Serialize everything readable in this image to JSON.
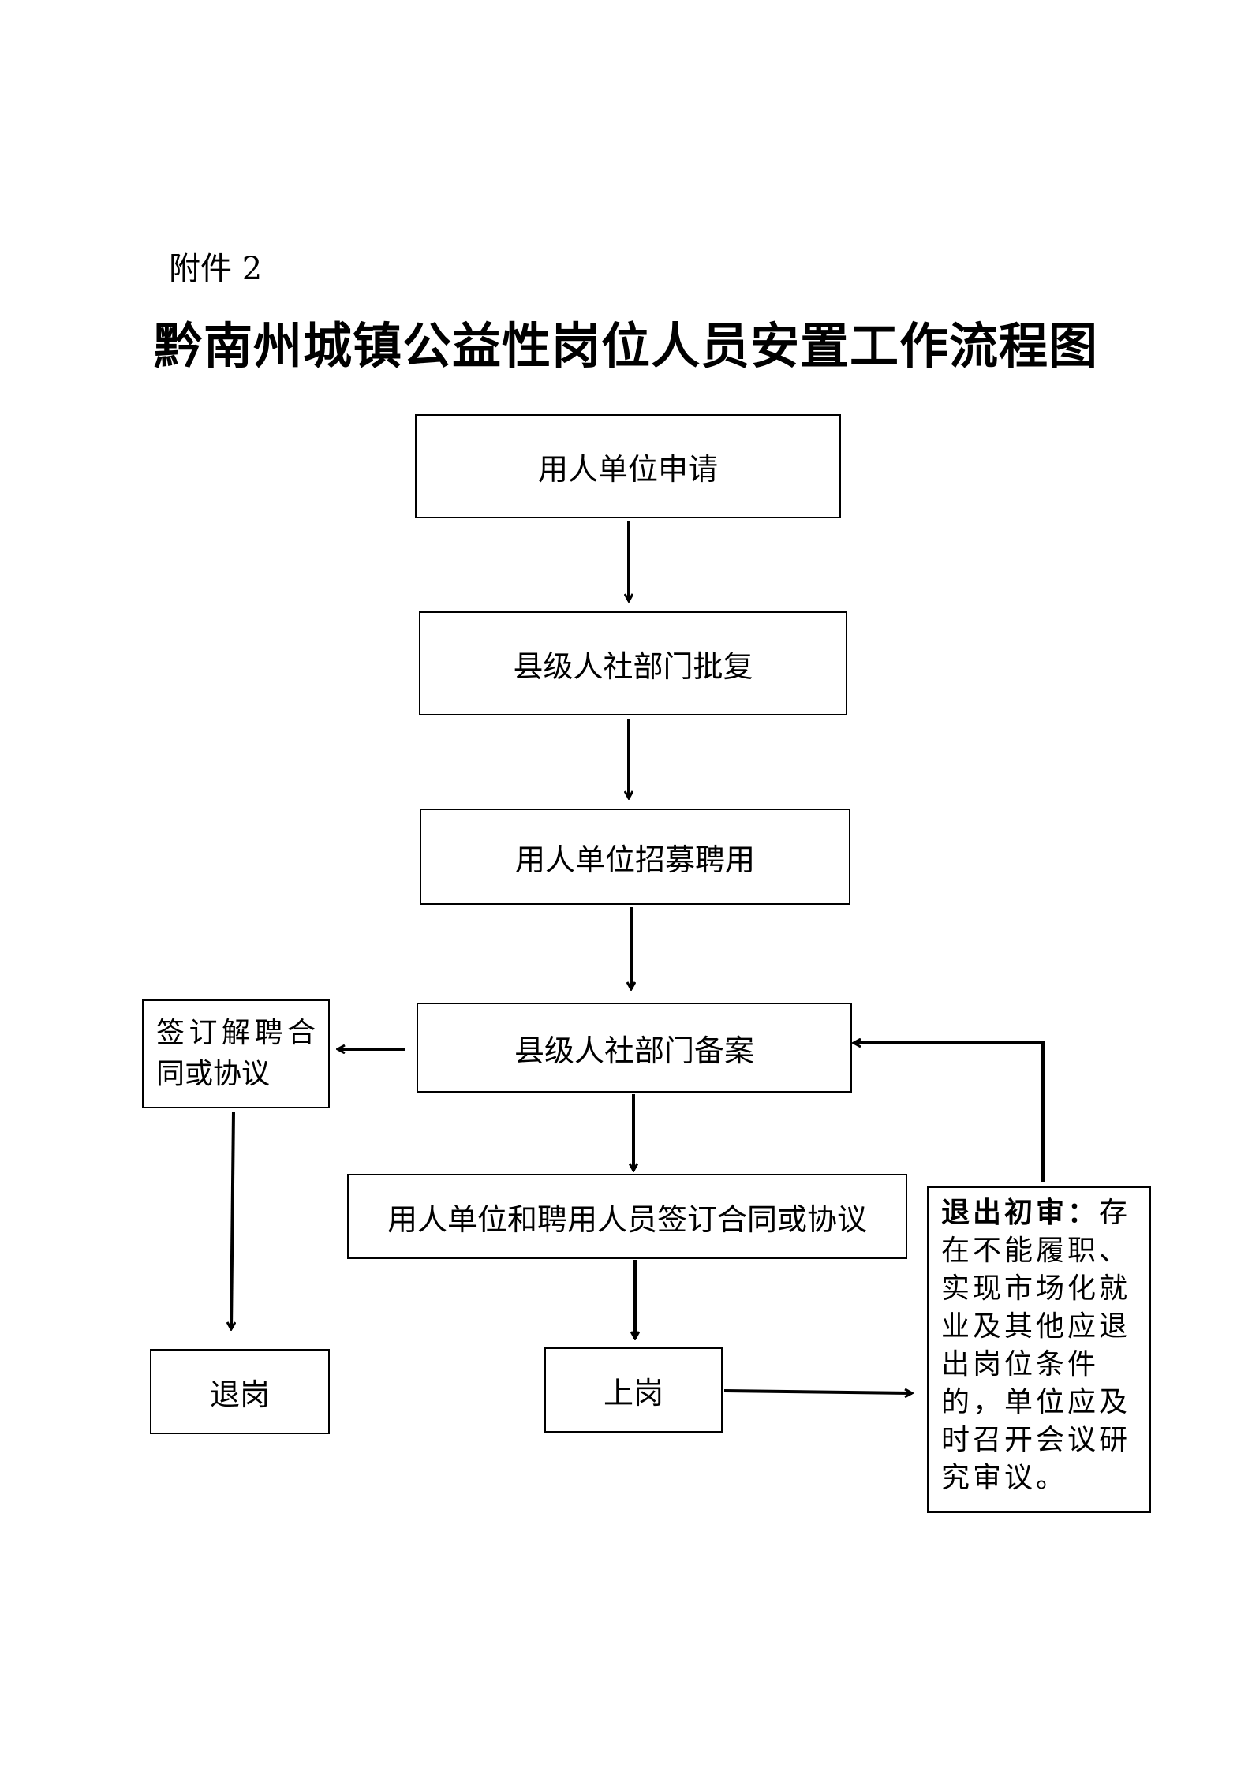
{
  "header": {
    "attachment_label": "附件 2",
    "title": "黔南州城镇公益性岗位人员安置工作流程图"
  },
  "flow": {
    "step1": "用人单位申请",
    "step2": "县级人社部门批复",
    "step3": "用人单位招募聘用",
    "step4": "县级人社部门备案",
    "step5": "用人单位和聘用人员签订合同或协议",
    "step6": "上岗",
    "side_dismiss": "签订解聘合同或协议",
    "side_leave": "退岗",
    "exit_review_lead": "退出初审：",
    "exit_review_body": "存在不能履职、实现市场化就业及其他应退出岗位条件的，单位应及时召开会议研究审议。"
  }
}
